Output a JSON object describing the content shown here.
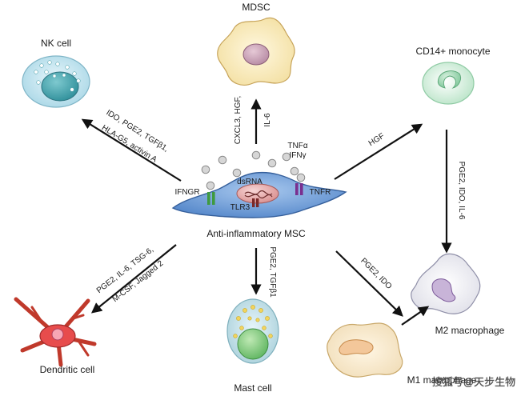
{
  "cells": {
    "center": "Anti-inflammatory MSC",
    "mdsc": "MDSC",
    "nk": "NK cell",
    "cd14": "CD14+ monocyte",
    "m2": "M2 macrophage",
    "m1": "M1 macrophage",
    "mast": "Mast cell",
    "dendritic": "Dendritic cell"
  },
  "receptors": {
    "ifngr": "IFNGR",
    "tlr3": "TLR3",
    "tnfr": "TNFR",
    "dsrna": "dsRNA",
    "tnfa": "TNFα",
    "ifng": "IFNγ"
  },
  "mediators": {
    "to_mdsc_a": "CXCL3, HGF,",
    "to_mdsc_b": "IL-6",
    "to_nk_a": "IDO, PGE2, TGFβ1,",
    "to_nk_b": "HLA-G5, activin A",
    "to_cd14": "HGF",
    "cd14_to_m2": "PGE2, IDO, IL-6",
    "to_m1": "PGE2, IDO",
    "to_mast": "PGE2, TGFβ1",
    "to_dc_a": "PGE2, IL-6, TSG-6,",
    "to_dc_b": "M-CSF, Jagged 2"
  },
  "watermark": "搜狐号@天步生物"
}
